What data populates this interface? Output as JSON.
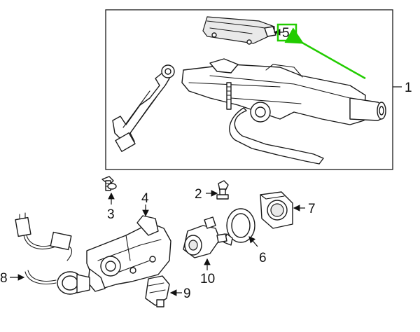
{
  "callouts": {
    "c1": "1",
    "c2": "2",
    "c3": "3",
    "c4": "4",
    "c5": "5",
    "c6": "6",
    "c7": "7",
    "c8": "8",
    "c9": "9",
    "c10": "10"
  },
  "annotation": {
    "highlight_color": "#22cc00",
    "arrow_color": "#22cc00",
    "highlighted_callout": "5"
  }
}
